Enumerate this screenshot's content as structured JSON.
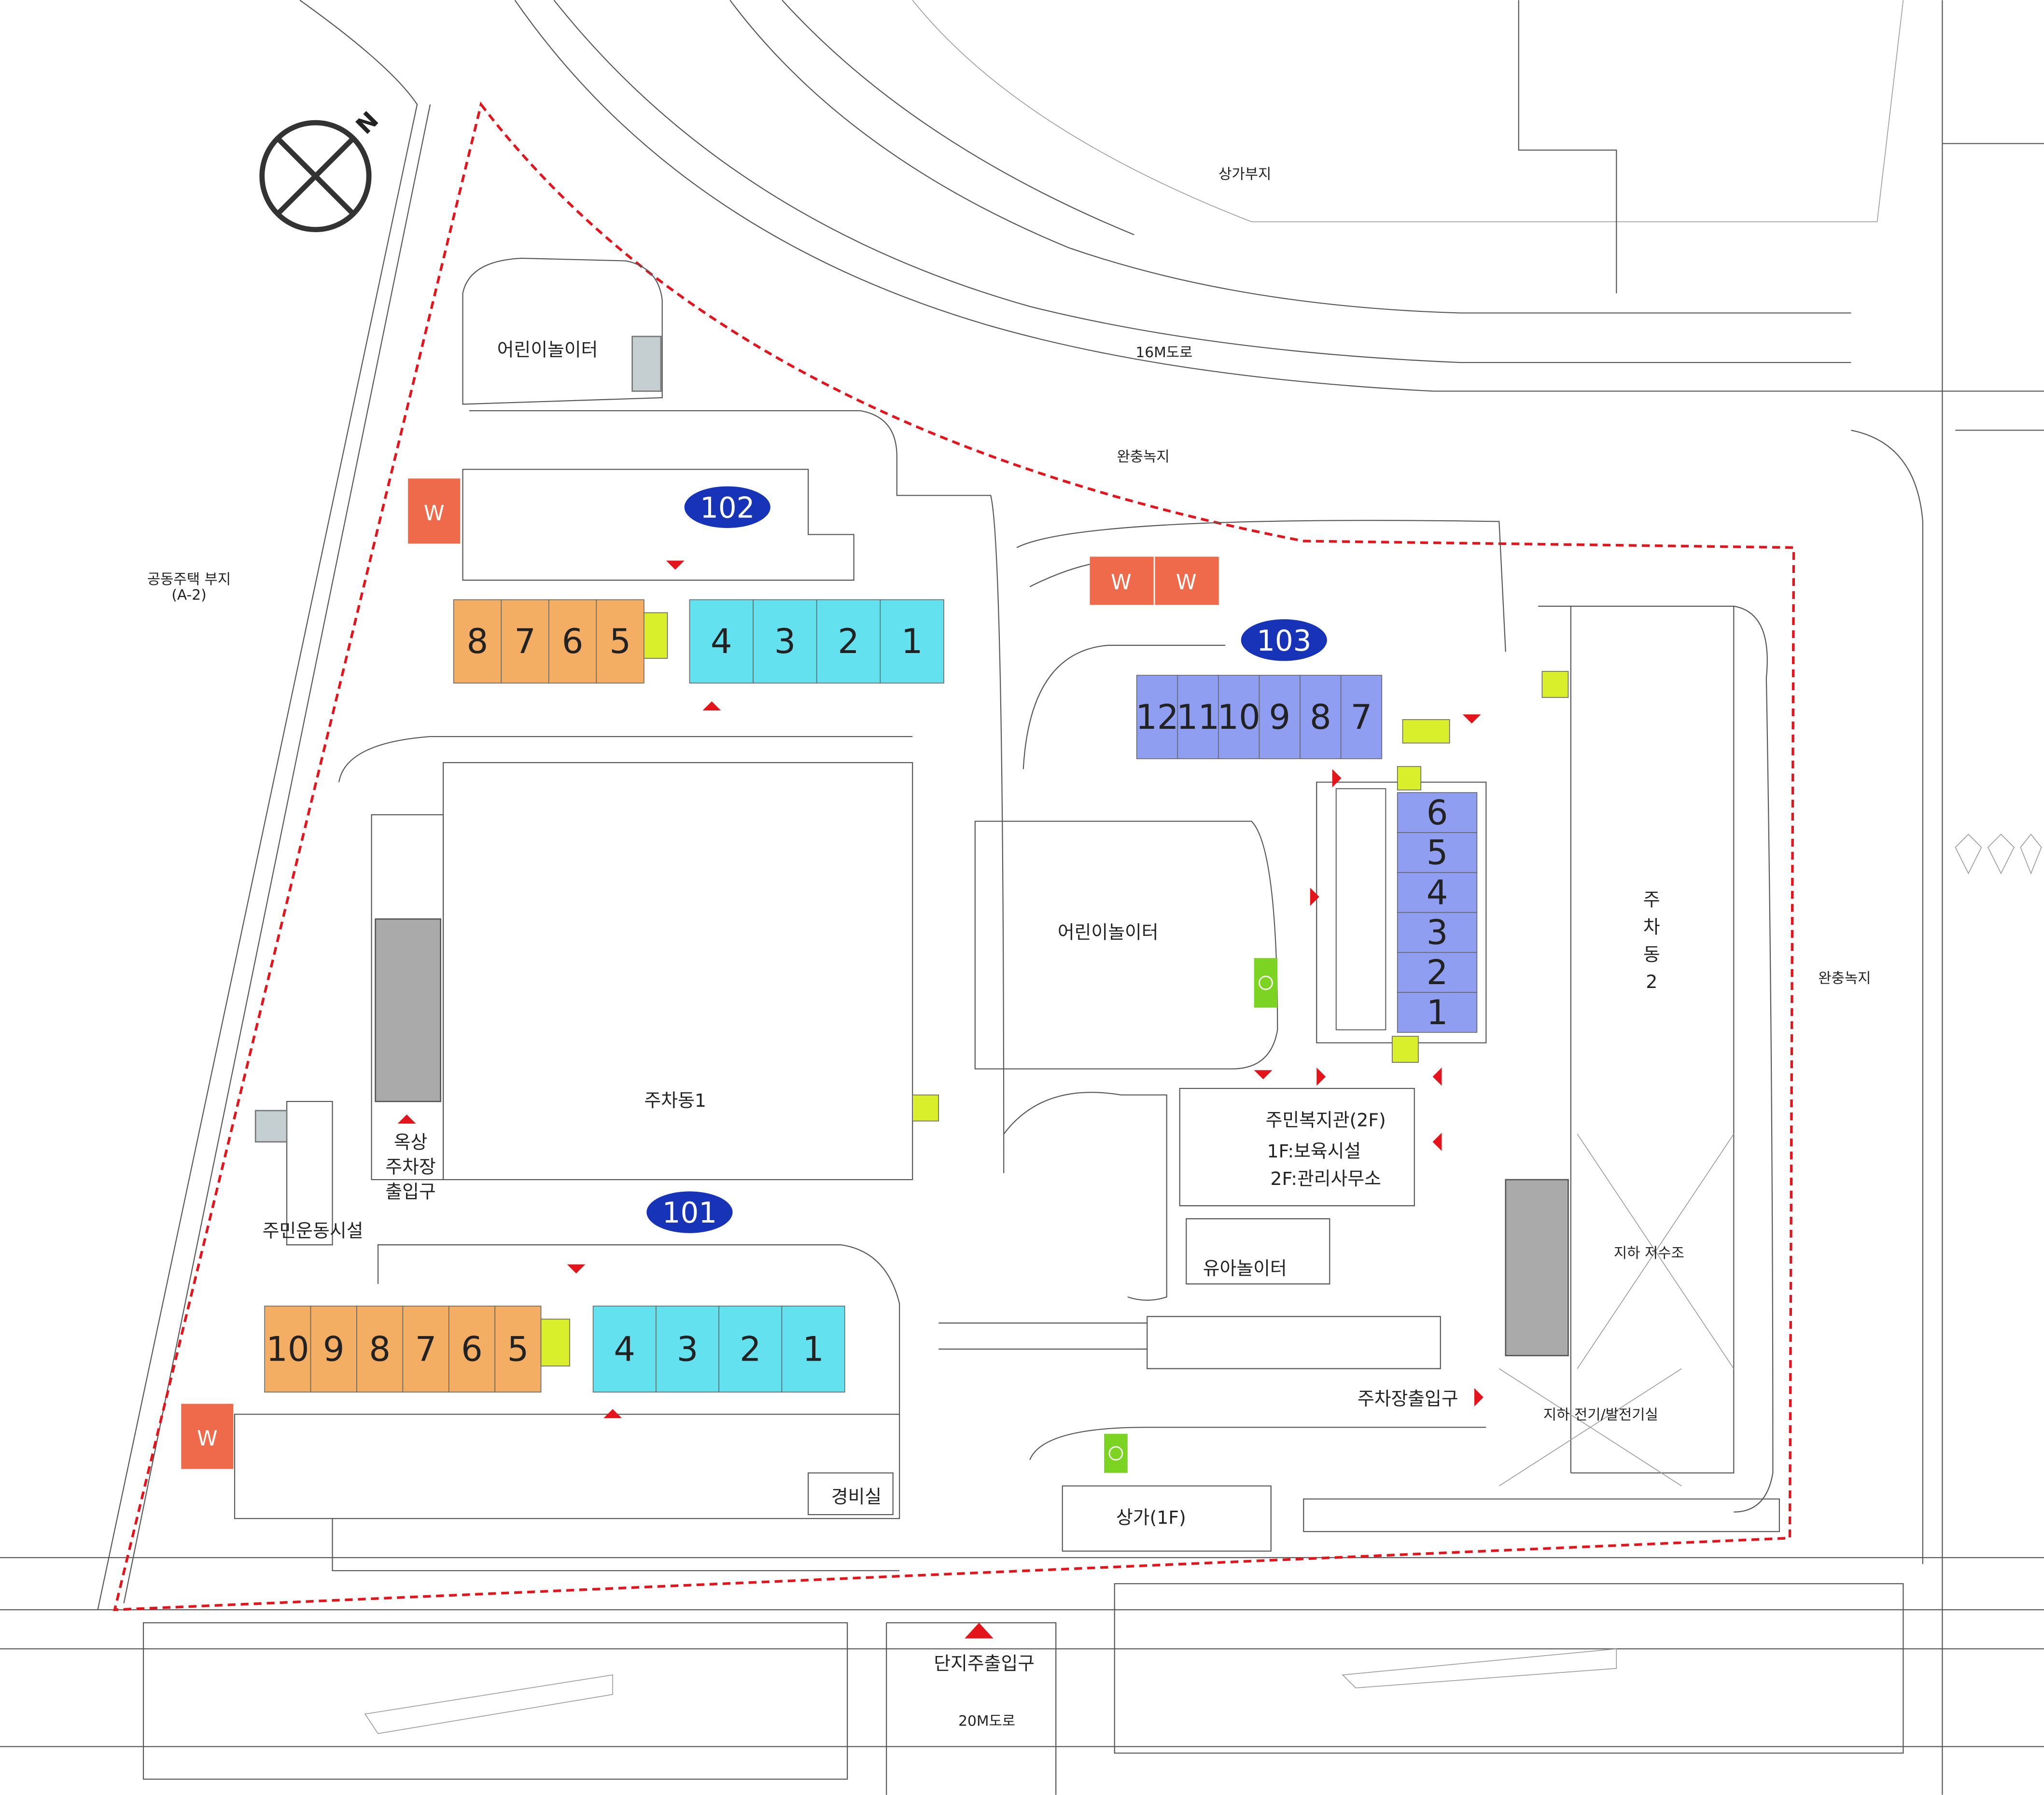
{
  "colors": {
    "orange_unit": "#f3ae64",
    "cyan_unit": "#63e1ef",
    "purple_unit": "#8f9ef0",
    "building_badge": "#1733b8",
    "waste_box": "#ef6a4b",
    "elevator": "#d9ef2b",
    "bike": "#7dd321",
    "boundary": "#e3141b",
    "arrow": "#e3141b"
  },
  "compass": {
    "label": "N"
  },
  "labels": {
    "commercial_site": "상가부지",
    "road_16m": "16M도로",
    "buffer_green_top": "완충녹지",
    "housing_site": "공동주택 부지",
    "housing_site_code": "(A-2)",
    "playground_1": "어린이놀이터",
    "playground_2": "어린이놀이터",
    "parking_1": "주차동1",
    "rooftop_parking_1": "옥상",
    "rooftop_parking_2": "주차장",
    "rooftop_parking_3": "출입구",
    "fitness": "주민운동시설",
    "welfare_title": "주민복지관(2F)",
    "welfare_1f": "1F:보육시설",
    "welfare_2f": "2F:관리사무소",
    "toddler_playground": "유아놀이터",
    "water_tank": "지하 저수조",
    "parking_entrance": "주차장출입구",
    "electric_room": "지하 전기/발전기실",
    "parking_2": [
      "주",
      "차",
      "동",
      "2"
    ],
    "buffer_green_right": "완충녹지",
    "guard_house": "경비실",
    "shops": "상가(1F)",
    "main_entrance": "단지주출입구",
    "road_20m": "20M도로"
  },
  "waste_label": "W",
  "buildings": [
    {
      "id": "102",
      "badge": "102",
      "orange_units": [
        "8",
        "7",
        "6",
        "5"
      ],
      "cyan_units": [
        "4",
        "3",
        "2",
        "1"
      ]
    },
    {
      "id": "101",
      "badge": "101",
      "orange_units": [
        "10",
        "9",
        "8",
        "7",
        "6",
        "5"
      ],
      "cyan_units": [
        "4",
        "3",
        "2",
        "1"
      ]
    },
    {
      "id": "103",
      "badge": "103",
      "row_units": [
        "12",
        "11",
        "10",
        "9",
        "8",
        "7"
      ],
      "column_units": [
        "6",
        "5",
        "4",
        "3",
        "2",
        "1"
      ]
    }
  ]
}
